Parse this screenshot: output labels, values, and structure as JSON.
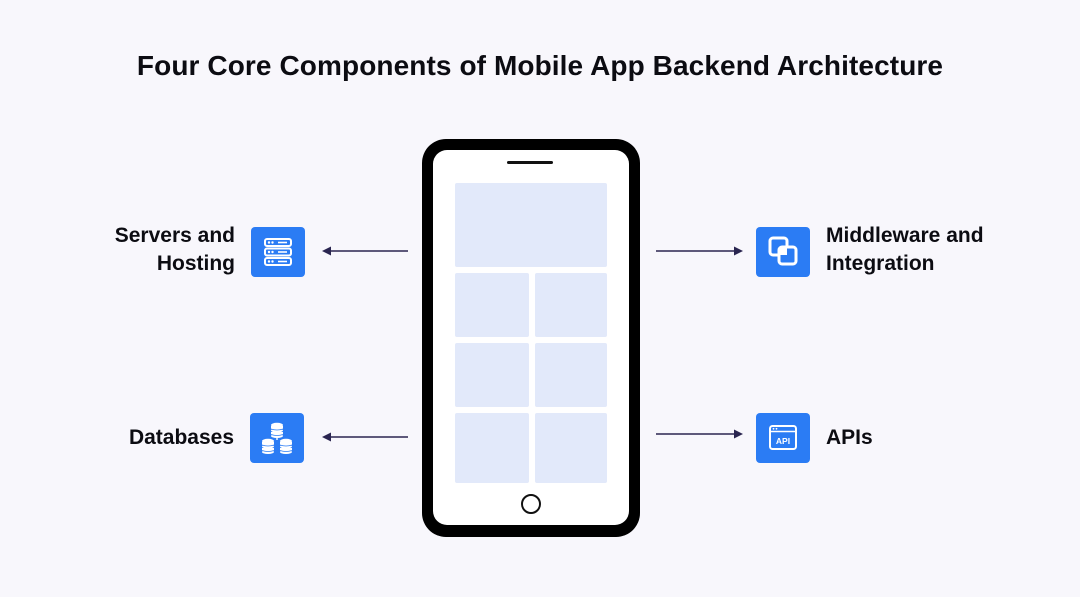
{
  "diagram": {
    "title": "Four Core Components of Mobile App Backend Architecture",
    "components": {
      "servers": {
        "line1": "Servers and",
        "line2": "Hosting",
        "icon": "server-icon"
      },
      "middleware": {
        "line1": "Middleware and",
        "line2": "Integration",
        "icon": "integration-icon"
      },
      "databases": {
        "label": "Databases",
        "icon": "database-icon"
      },
      "apis": {
        "label": "APIs",
        "icon": "api-icon",
        "icon_text": "API"
      }
    },
    "colors": {
      "accent": "#2b7cf4",
      "arrow": "#2a2550",
      "background": "#f8f7fc",
      "screen_tile": "#e2e9fa"
    }
  }
}
